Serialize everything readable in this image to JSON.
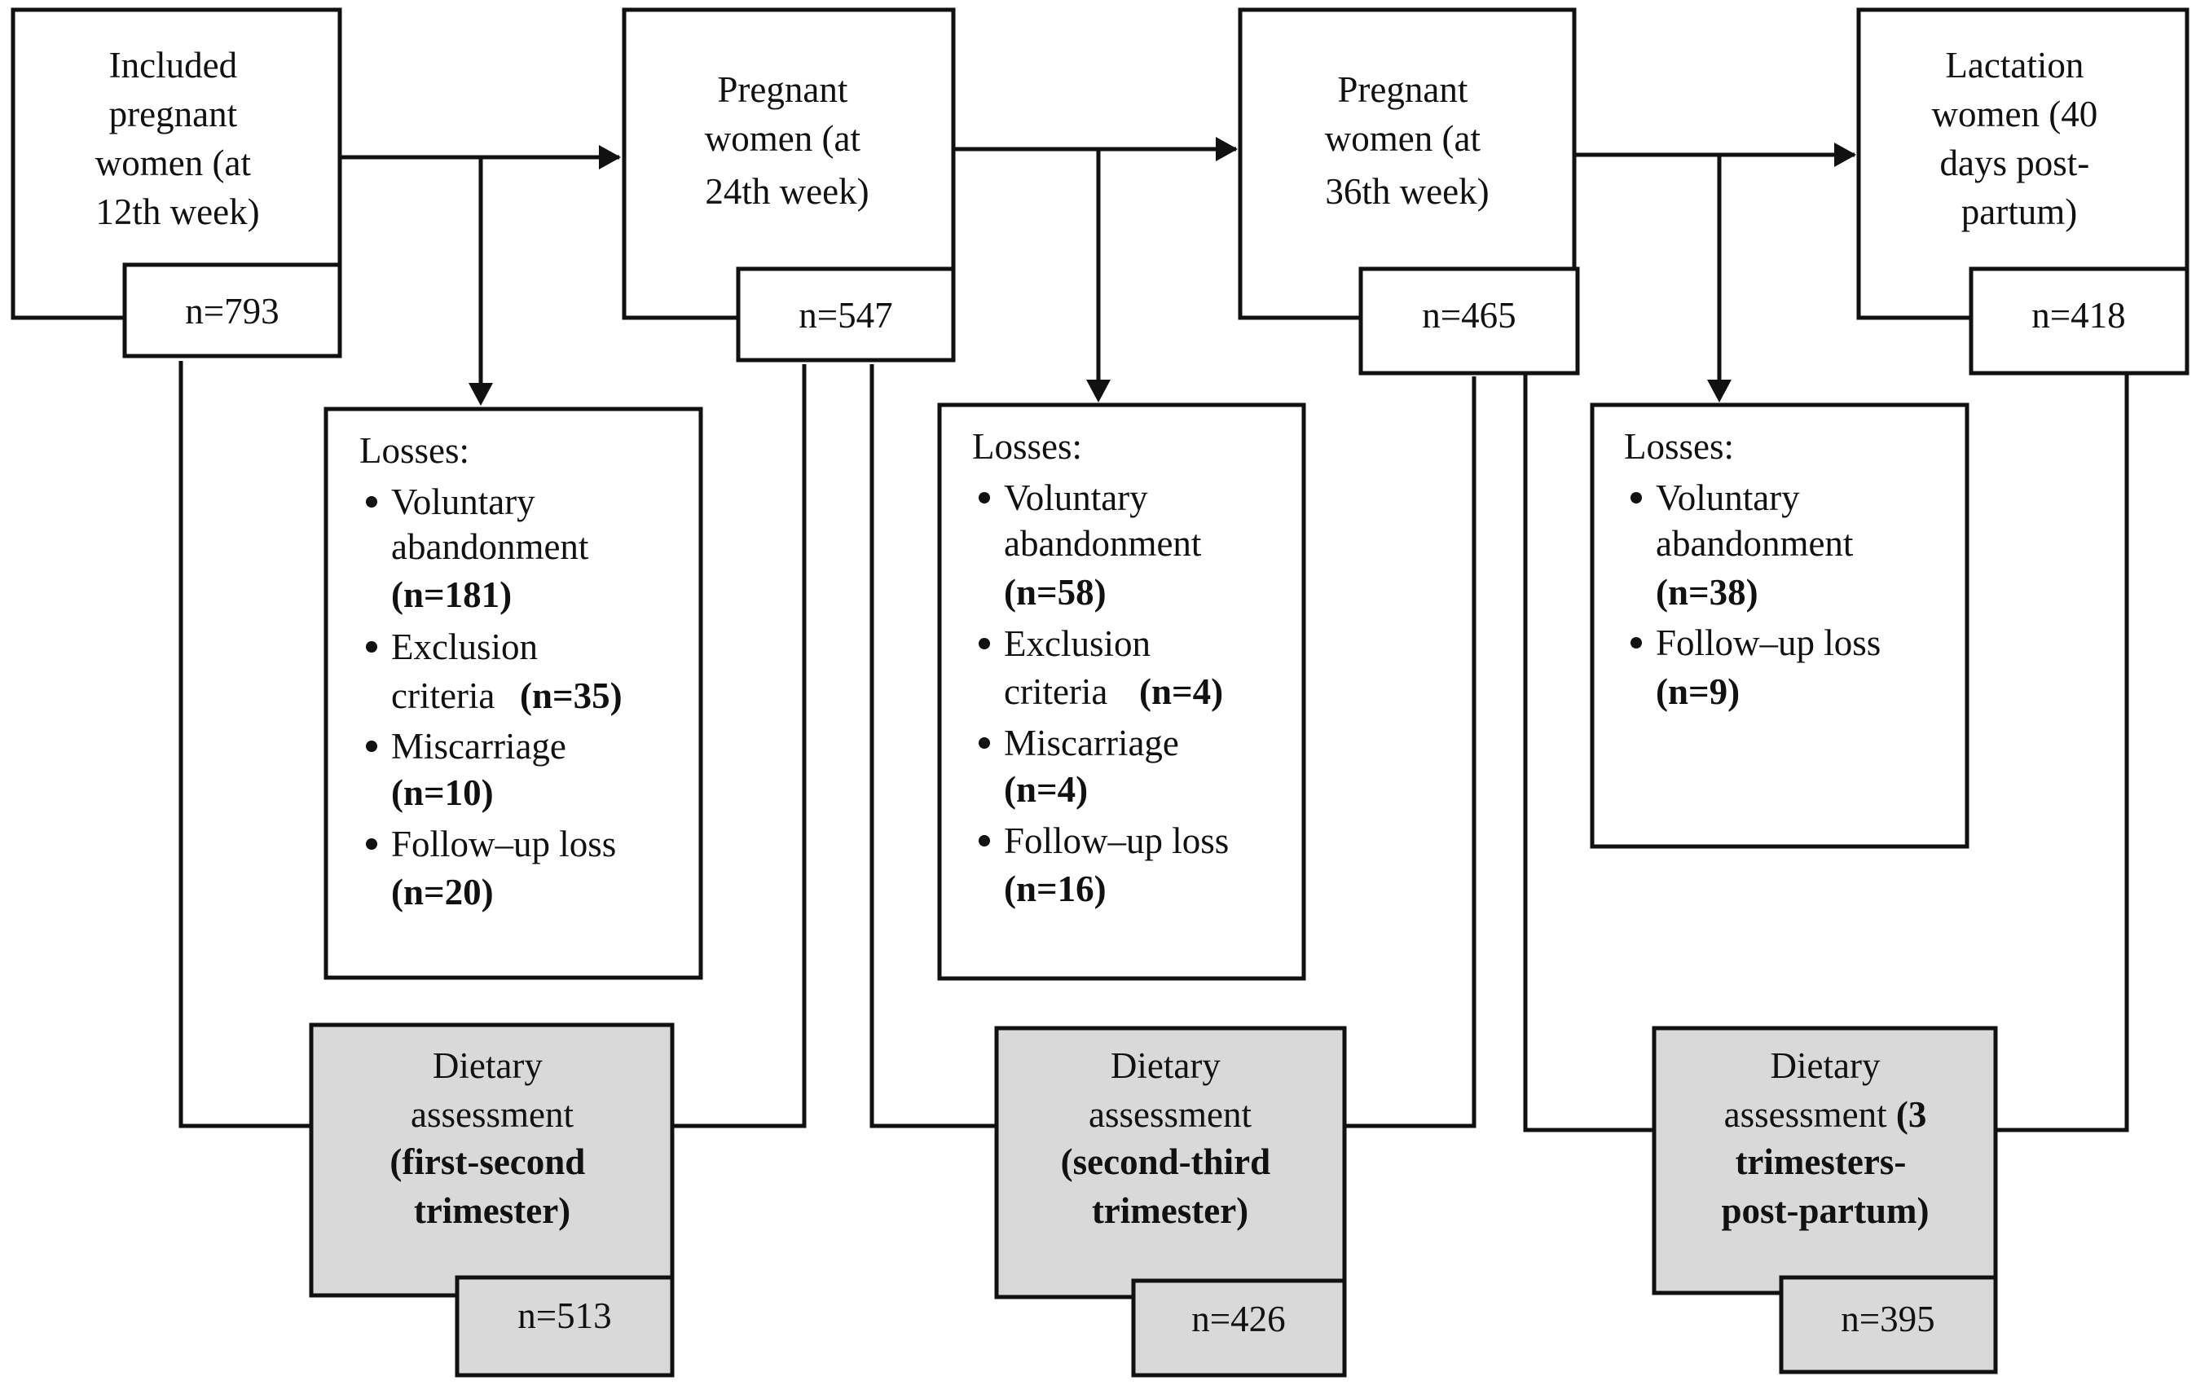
{
  "stages": [
    {
      "label_lines": [
        "Included",
        "pregnant",
        "women (at",
        "12th week)"
      ],
      "n": "n=793"
    },
    {
      "label_lines": [
        "Pregnant",
        "women (at",
        "24th week)"
      ],
      "n": "n=547"
    },
    {
      "label_lines": [
        "Pregnant",
        "women (at",
        "36th week)"
      ],
      "n": "n=465"
    },
    {
      "label_lines": [
        "Lactation",
        "women (40",
        "days post-",
        "partum)"
      ],
      "n": "n=418"
    }
  ],
  "losses": [
    {
      "title": "Losses:",
      "items": [
        {
          "lines": [
            "Voluntary",
            "abandonment"
          ],
          "count": "(n=181)"
        },
        {
          "lines": [
            "Exclusion",
            "criteria"
          ],
          "count": "(n=35)",
          "inline": true
        },
        {
          "lines": [
            "Miscarriage"
          ],
          "count": "(n=10)"
        },
        {
          "lines": [
            "Follow–up loss"
          ],
          "count": "(n=20)"
        }
      ]
    },
    {
      "title": "Losses:",
      "items": [
        {
          "lines": [
            "Voluntary",
            "abandonment"
          ],
          "count": "(n=58)"
        },
        {
          "lines": [
            "Exclusion",
            "criteria"
          ],
          "count": "(n=4)",
          "inline": true
        },
        {
          "lines": [
            "Miscarriage"
          ],
          "count": "(n=4)"
        },
        {
          "lines": [
            "Follow–up loss"
          ],
          "count": "(n=16)"
        }
      ]
    },
    {
      "title": "Losses:",
      "items": [
        {
          "lines": [
            "Voluntary",
            "abandonment"
          ],
          "count": "(n=38)"
        },
        {
          "lines": [
            "Follow–up loss"
          ],
          "count": "(n=9)"
        }
      ]
    }
  ],
  "dietary": [
    {
      "lines": [
        "Dietary",
        "assessment"
      ],
      "bold_lines": [
        "(first-second",
        "trimester)"
      ],
      "n": "n=513"
    },
    {
      "lines": [
        "Dietary",
        "assessment"
      ],
      "bold_lines": [
        "(second-third",
        "trimester)"
      ],
      "n": "n=426"
    },
    {
      "lines": [
        "Dietary",
        "assessment"
      ],
      "bold_inline": " (3",
      "bold_lines": [
        "trimesters-",
        "post-partum)"
      ],
      "n": "n=395"
    }
  ],
  "colors": {
    "stroke": "#111111",
    "dietary_fill": "#d9d9d9",
    "background": "#ffffff"
  }
}
